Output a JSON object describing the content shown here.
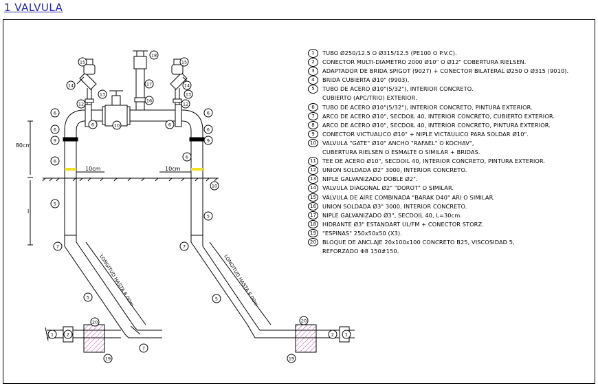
{
  "title": "1  VALVULA",
  "dimensions": {
    "height": "80cm",
    "offset_left": "10cm",
    "offset_right": "10cm",
    "side_letter": "l"
  },
  "pipe_label": "LONGITUD HASTA 6.00m",
  "callouts": {
    "c1": "1",
    "c2": "2",
    "c5": "5",
    "c6": "6",
    "c7": "7",
    "c9": "9",
    "c10": "10",
    "c12": "12",
    "c13": "13",
    "c14": "14",
    "c15": "15",
    "c16": "16",
    "c17": "17",
    "c18": "18",
    "c19": "19",
    "c20": "20"
  },
  "legend": [
    {
      "num": "1",
      "text": "TUBO Ø250/12.5 O Ø315/12.5 (PE100 O P.V.C)."
    },
    {
      "num": "2",
      "text": "CONECTOR MULTI-DIAMETRO 2000 Ø10\" O Ø12\" COBERTURA RIELSEN."
    },
    {
      "num": "3",
      "text": "ADAPTADOR DE BRIDA SPIGOT (9027) + CONECTOR BILATERAL Ø250 O Ø315 (9010)."
    },
    {
      "num": "4",
      "text": "BRIDA CUBIERTA Ø10\" (9903)."
    },
    {
      "num": "5",
      "text": "TUBO DE ACERO Ø10\"(5/32\"), INTERIOR CONCRETO."
    },
    {
      "num": "",
      "text": "CUBIERTO (APC/TRIO) EXTERIOR."
    },
    {
      "num": "6",
      "text": "TUBO DE ACERO Ø10\"(5/32\"), INTERIOR CONCRETO, PINTURA EXTERIOR."
    },
    {
      "num": "7",
      "text": "ARCO DE ACERO Ø10\", SECDOIL 40, INTERIOR CONCRETO, CUBIERTO EXTERIOR."
    },
    {
      "num": "8",
      "text": "ARCO DE ACERO Ø10\", SECDOIL 40, INTERIOR CONCRETO, PINTURA EXTERIOR."
    },
    {
      "num": "9",
      "text": "CONECTOR VICTUALICO Ø10\" + NIPLE VICTAULICO PARA SOLDAR Ø10\"."
    },
    {
      "num": "10",
      "text": "VALVULA \"GATE\" Ø10\" ANCHO \"RAFAEL\" O KOCHAV\","
    },
    {
      "num": "",
      "text": "CUBERTURA RIELSEN O ESMALTE O SIMILAR + BRIDAS."
    },
    {
      "num": "11",
      "text": "TEE DE ACERO Ø10\", SECDOIL 40, INTERIOR CONCRETO, PINTURA EXTERIOR."
    },
    {
      "num": "12",
      "text": "UNION SOLDADA Ø2\" 3000, INTERIOR CONCRETO."
    },
    {
      "num": "13",
      "text": "NIPLE GALVANIZADO DOBLE Ø2\"."
    },
    {
      "num": "14",
      "text": "VALVULA DIAGONAL Ø2\" \"DOROT\" O SIMILAR."
    },
    {
      "num": "15",
      "text": "VALVULA DE AIRE COMBINADA \"BARAK D40\" ARI O SIMILAR."
    },
    {
      "num": "16",
      "text": "UNION SOLDADA Ø3\" 3000, INTERIOR CONCRETO."
    },
    {
      "num": "17",
      "text": "NIPLE GALVANIZADO Ø3\", SECDOIL 40, L=30cm."
    },
    {
      "num": "18",
      "text": "HIDRANTE Ø3\" ESTANDART UL/FM + CONECTOR STORZ."
    },
    {
      "num": "19",
      "text": "\"ESPINAS\" 250x50x50 (X3)."
    },
    {
      "num": "20",
      "text": "BLOQUE DE ANCLAJE 20x100x100 CONCRETO B25, VISCOSIDAD 5,"
    },
    {
      "num": "",
      "text": "REFORZADO Φ8 150#150."
    }
  ],
  "colors": {
    "title": "#2424a8",
    "marker_yellow": "#f0e020",
    "hatch_magenta": "#c040a0",
    "ink": "#000000"
  }
}
